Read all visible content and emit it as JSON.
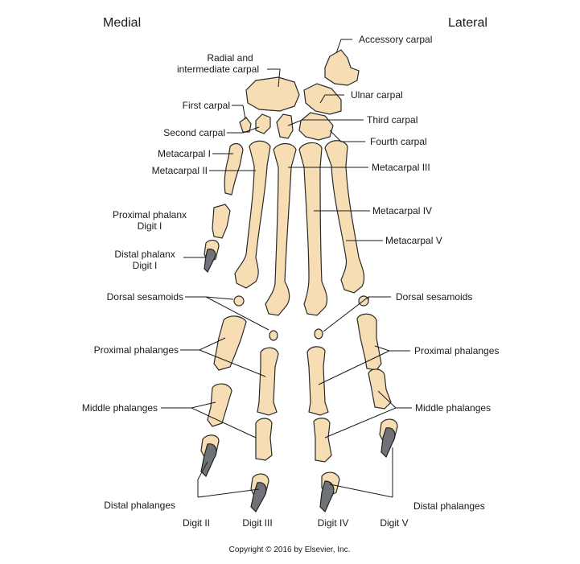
{
  "headers": {
    "medial": "Medial",
    "lateral": "Lateral"
  },
  "labels": {
    "accessory_carpal": "Accessory carpal",
    "radial_intermediate_1": "Radial and",
    "radial_intermediate_2": "intermediate carpal",
    "ulnar_carpal": "Ulnar carpal",
    "first_carpal": "First carpal",
    "third_carpal": "Third carpal",
    "second_carpal": "Second carpal",
    "fourth_carpal": "Fourth carpal",
    "metacarpal_i": "Metacarpal I",
    "metacarpal_ii": "Metacarpal II",
    "metacarpal_iii": "Metacarpal III",
    "metacarpal_iv": "Metacarpal IV",
    "metacarpal_v": "Metacarpal V",
    "proximal_phalanx_digit_i_1": "Proximal phalanx",
    "proximal_phalanx_digit_i_2": "Digit I",
    "distal_phalanx_digit_i_1": "Distal phalanx",
    "distal_phalanx_digit_i_2": "Digit I",
    "dorsal_sesamoids_left": "Dorsal sesamoids",
    "dorsal_sesamoids_right": "Dorsal sesamoids",
    "proximal_phalanges_left": "Proximal phalanges",
    "proximal_phalanges_right": "Proximal phalanges",
    "middle_phalanges_left": "Middle phalanges",
    "middle_phalanges_right": "Middle phalanges",
    "distal_phalanges_left": "Distal phalanges",
    "distal_phalanges_right": "Distal phalanges"
  },
  "digits": [
    "Digit II",
    "Digit III",
    "Digit IV",
    "Digit V"
  ],
  "copyright": "Copyright © 2016 by Elsevier, Inc.",
  "colors": {
    "bone": "#f6ddb3",
    "claw": "#6f7378",
    "outline": "#2a2a2a"
  }
}
